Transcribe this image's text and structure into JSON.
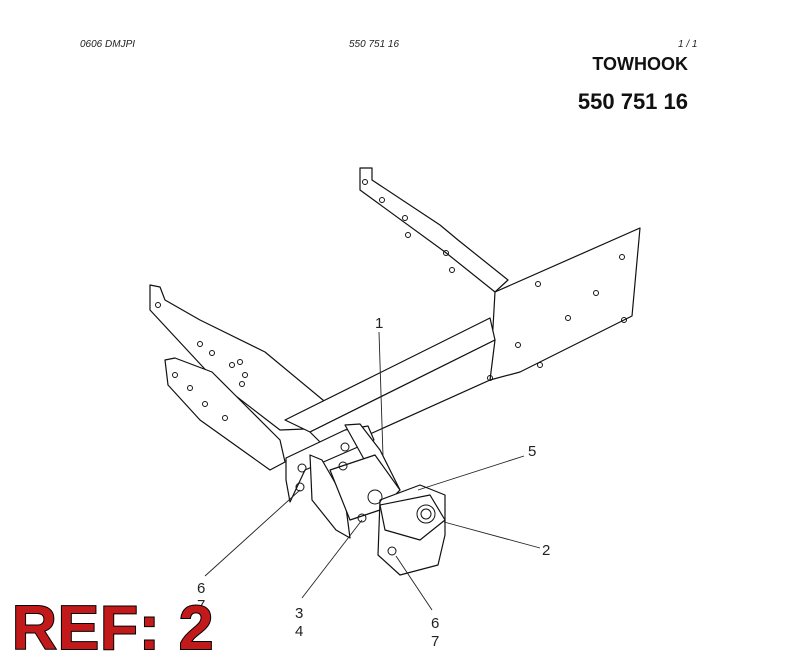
{
  "header": {
    "code": "0606 DMJPI",
    "part_small": "550 751 16",
    "page": "1 /   1",
    "title": "TOWHOOK",
    "part_number": "550 751 16"
  },
  "callouts": {
    "c1": "1",
    "c2": "2",
    "c5": "5",
    "c6a": "6",
    "c7a": "7",
    "c3": "3",
    "c4": "4",
    "c6b": "6",
    "c7b": "7"
  },
  "ref_label": "REF: 2"
}
